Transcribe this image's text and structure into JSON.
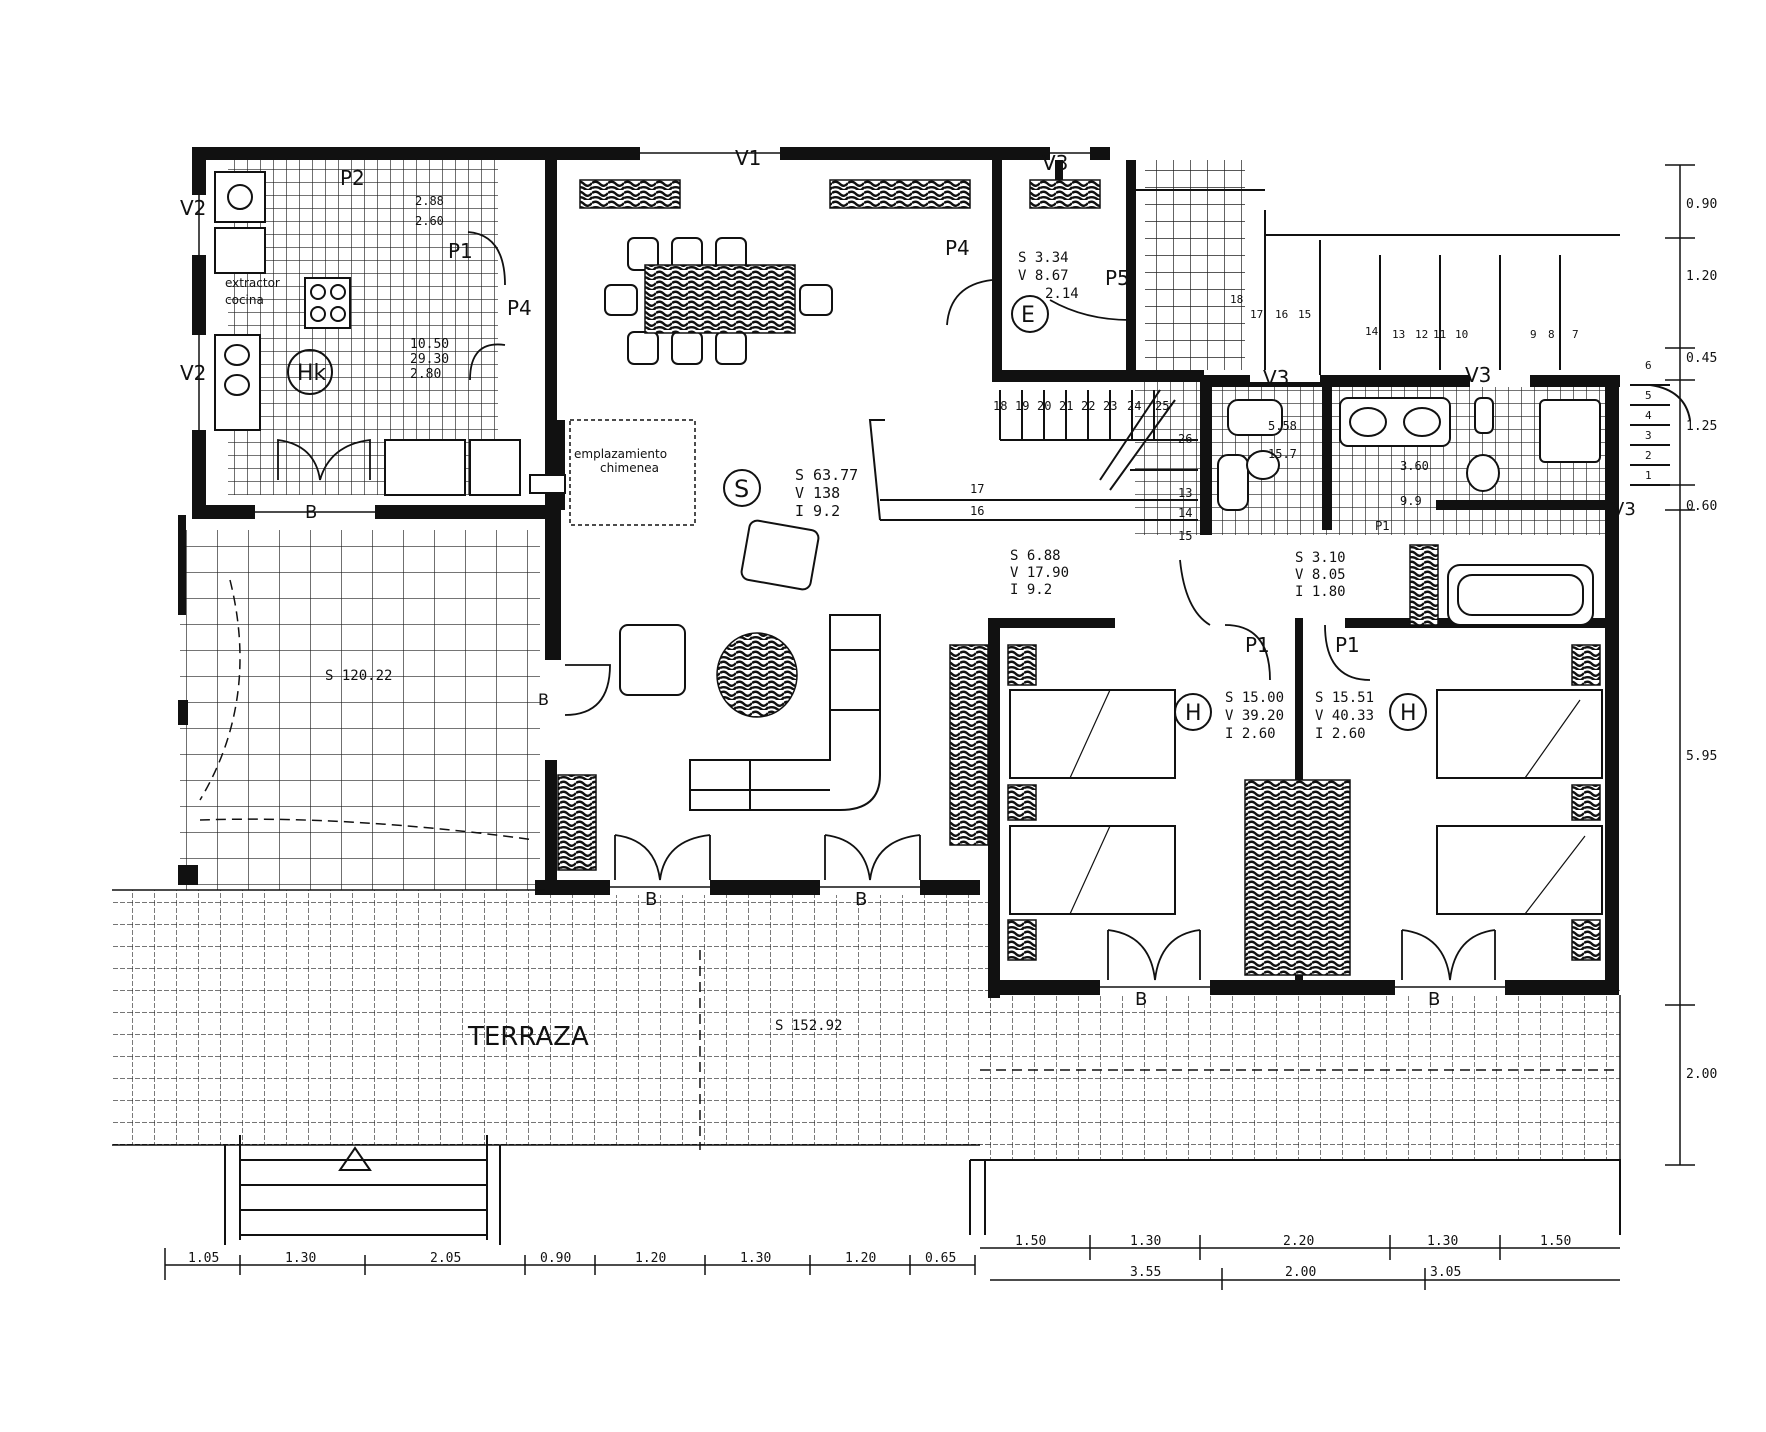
{
  "rooms": {
    "kitchen": {
      "label": "Hk",
      "surface": "10.50",
      "volume": "29.30",
      "height": "2.80",
      "pantry": [
        "2.88",
        "2.60"
      ],
      "extractor": [
        "extractor",
        "cocina"
      ]
    },
    "dining_hall": {
      "entry_label": "E",
      "surface": "S 3.34",
      "volume": "V 8.67",
      "height": "2.14"
    },
    "living": {
      "label": "S",
      "surface": "S 63.77",
      "volume": "V 138",
      "height": "I 9.2",
      "fireplace": [
        "emplazamiento",
        "chimenea"
      ]
    },
    "corridor": {
      "surface": "S 6.88",
      "volume": "V 17.90",
      "height": "I 9.2"
    },
    "hall2": {
      "surface": "S 3.10",
      "volume": "V 8.05",
      "height": "I 1.80"
    },
    "bath1": {
      "surface": "5.58",
      "volume": "15.7"
    },
    "bath2": {
      "surface": "3.60",
      "volume": "9.9"
    },
    "bedroom1": {
      "label": "H",
      "surface": "S 15.00",
      "volume": "V 39.20",
      "height": "I 2.60"
    },
    "bedroom2": {
      "label": "H",
      "surface": "S 15.51",
      "volume": "V 40.33",
      "height": "I 2.60"
    },
    "porch": {
      "surface": "S 120.22"
    },
    "terrace": {
      "label": "TERRAZA",
      "surface": "S 152.92"
    }
  },
  "window_tags": {
    "v1": "V1",
    "v2a": "V2",
    "v2b": "V2",
    "v3a": "V3",
    "v3b": "V3",
    "v3c": "V3",
    "v3d": "V3"
  },
  "door_tags": {
    "p2": "P2",
    "p1a": "P1",
    "p4a": "P4",
    "p4b": "P4",
    "p5": "P5",
    "p1b": "P1",
    "p1c": "P1",
    "p1d": "P1"
  },
  "balcony_tags": {
    "b1": "B",
    "b2": "B",
    "b3": "B",
    "b4": "B",
    "b5": "B",
    "b6": "B"
  },
  "stair_steps": {
    "upper": [
      "18",
      "17",
      "16",
      "15",
      "14",
      "13",
      "12",
      "11",
      "10",
      "9",
      "8",
      "7"
    ],
    "lower": [
      "18",
      "19",
      "20",
      "21",
      "22",
      "23",
      "24",
      "25",
      "26",
      "17",
      "16",
      "13",
      "14",
      "15"
    ],
    "side": [
      "6",
      "5",
      "4",
      "3",
      "2",
      "1"
    ]
  },
  "dims": {
    "right": [
      "0.90",
      "1.20",
      "0.45",
      "1.25",
      "0.60",
      "5.95",
      "2.00"
    ],
    "bottom_left": [
      "1.05",
      "1.30",
      "2.05",
      "0.90",
      "1.20",
      "1.30",
      "1.20",
      "0.65"
    ],
    "bottom_right_top": [
      "1.50",
      "1.30",
      "2.20",
      "1.30",
      "1.50"
    ],
    "bottom_right_low": [
      "3.55",
      "2.00",
      "3.05"
    ]
  }
}
